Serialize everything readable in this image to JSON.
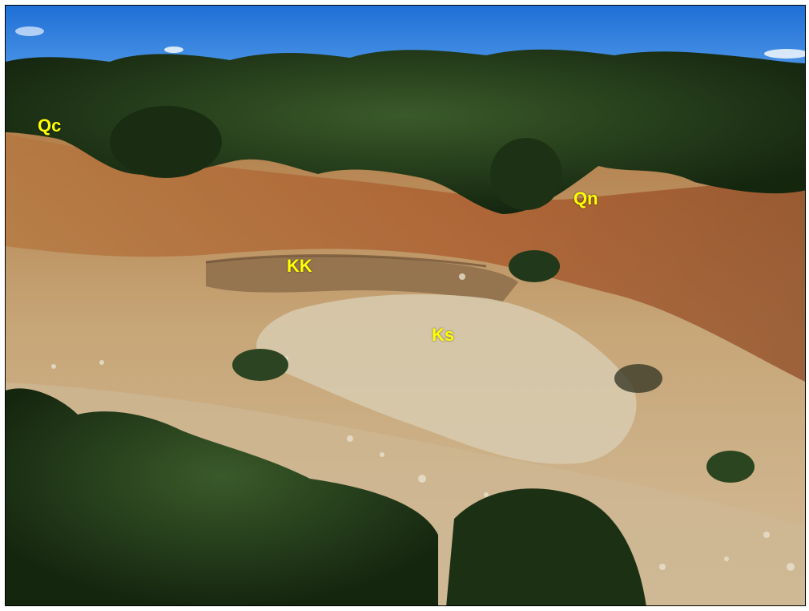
{
  "labels": {
    "qc": "Qc",
    "qn": "Qn",
    "kk": "KK",
    "ks": "Ks"
  },
  "colors": {
    "sky": "#2f7fd9",
    "vegetation": "#1f3518",
    "outcrop_light": "#c9ad7f",
    "outcrop_red": "#a85a2a",
    "label": "#ffff00"
  }
}
